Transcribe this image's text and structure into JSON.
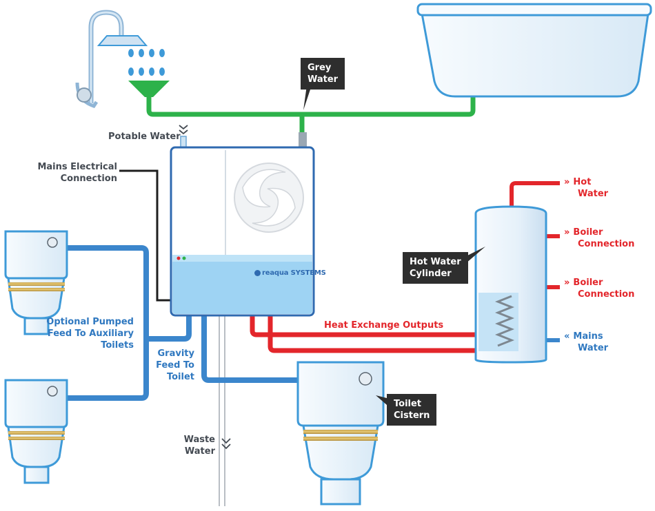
{
  "labels": {
    "grey_water": [
      "Grey",
      "Water"
    ],
    "potable_water": "Potable Water",
    "mains_electrical": [
      "Mains Electrical",
      "Connection"
    ],
    "hot_water": [
      "Hot",
      "Water"
    ],
    "boiler_connection_1": [
      "Boiler",
      "Connection"
    ],
    "boiler_connection_2": [
      "Boiler",
      "Connection"
    ],
    "hot_water_cylinder": [
      "Hot Water",
      "Cylinder"
    ],
    "heat_exchange_outputs": "Heat Exchange Outputs",
    "mains_water": [
      "Mains",
      "Water"
    ],
    "optional_pumped_feed": [
      "Optional Pumped",
      "Feed To Auxiliary",
      "Toilets"
    ],
    "gravity_feed": [
      "Gravity",
      "Feed To",
      "Toilet"
    ],
    "toilet_cistern": [
      "Toilet",
      "Cistern"
    ],
    "waste_water": [
      "Waste",
      "Water"
    ]
  },
  "logo": "reaqua SYSTEMS",
  "icons": [
    "shower-icon",
    "bathtub-icon",
    "toilet-icon",
    "cylinder-icon",
    "unit-icon",
    "chevron-icon"
  ],
  "colors": {
    "grey_water": "#2db24a",
    "hot_water": "#e3262b",
    "cold_feed": "#3b86cc",
    "fixture_outline": "#3e9ad8",
    "fixture_fill": "#eef5fb",
    "callout_bg": "#2e2e2e"
  }
}
